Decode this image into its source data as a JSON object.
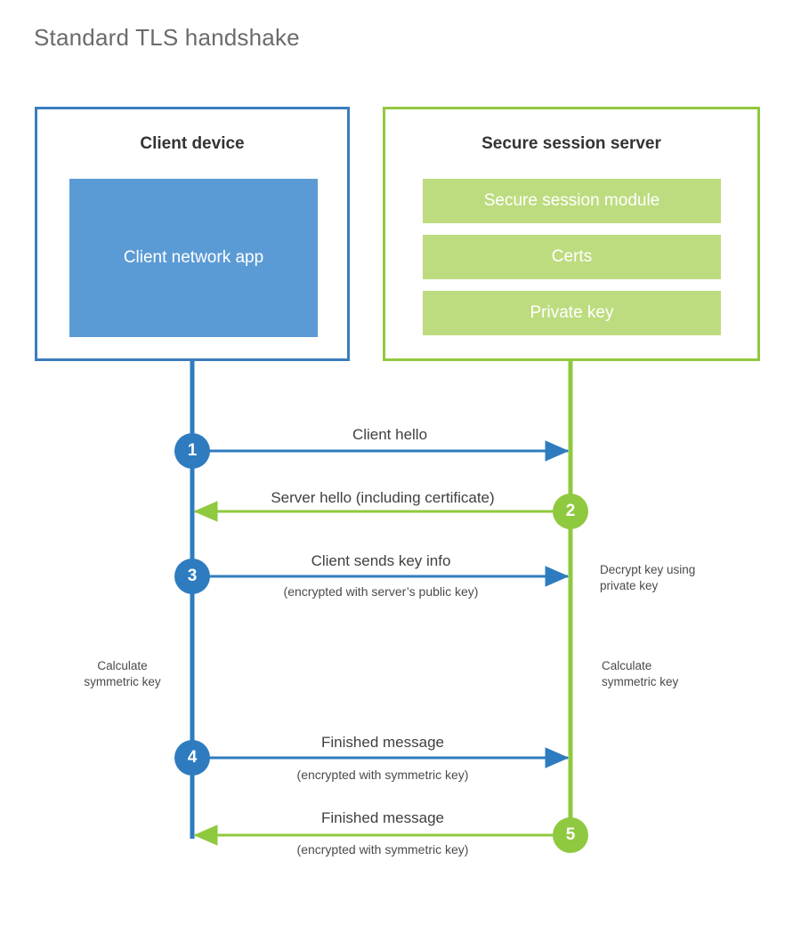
{
  "title": "Standard TLS handshake",
  "theme": {
    "client_border": "#3b7dbd",
    "client_fill": "#5b9bd5",
    "client_accent": "#2e7cbf",
    "server_border": "#92c83e",
    "server_fill": "#bddc7f",
    "server_accent": "#8fc93f",
    "text": "#3f3f3f",
    "title_text": "#6b6b6b",
    "background": "#ffffff"
  },
  "client_panel": {
    "title": "Client device",
    "block_label": "Client network app"
  },
  "server_panel": {
    "title": "Secure session server",
    "blocks": [
      {
        "label": "Secure session module"
      },
      {
        "label": "Certs"
      },
      {
        "label": "Private key"
      }
    ]
  },
  "sequence": {
    "steps": [
      {
        "number": "1",
        "label": "Client hello",
        "sublabel": "",
        "direction": "client-to-server",
        "origin": "client"
      },
      {
        "number": "2",
        "label": "Server hello (including certificate)",
        "sublabel": "",
        "direction": "server-to-client",
        "origin": "server"
      },
      {
        "number": "3",
        "label": "Client sends key info",
        "sublabel": "(encrypted with server’s public key)",
        "direction": "client-to-server",
        "origin": "client"
      },
      {
        "number": "4",
        "label": "Finished message",
        "sublabel": "(encrypted with symmetric key)",
        "direction": "client-to-server",
        "origin": "client"
      },
      {
        "number": "5",
        "label": "Finished message",
        "sublabel": "(encrypted with symmetric key)",
        "direction": "server-to-client",
        "origin": "server"
      }
    ],
    "annotations": [
      {
        "id": "decrypt-key",
        "text": "Decrypt key using\nprivate key",
        "side": "server"
      },
      {
        "id": "client-calculate-symmetric-key",
        "text": "Calculate\nsymmetric key",
        "side": "client"
      },
      {
        "id": "server-calculate-symmetric-key",
        "text": "Calculate\nsymmetric key",
        "side": "server"
      }
    ]
  }
}
